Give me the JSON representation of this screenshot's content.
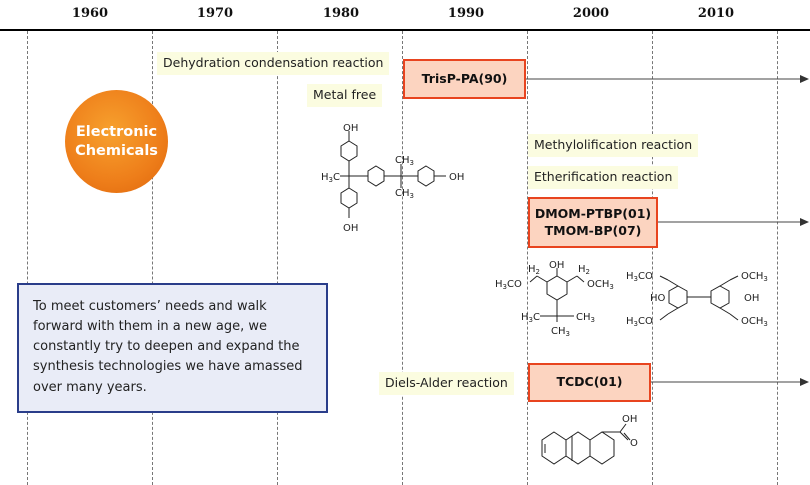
{
  "years": [
    "1960",
    "1970",
    "1980",
    "1990",
    "2000",
    "2010"
  ],
  "badge": {
    "line1": "Electronic",
    "line2": "Chemicals"
  },
  "message": "To meet customers’ needs and walk forward with them in a new age, we constantly try to deepen and expand the synthesis technologies we have amassed over many years.",
  "reactions": {
    "dehydration": "Dehydration condensation reaction",
    "metal_free": "Metal free",
    "methylolification": "Methylolification reaction",
    "etherification": "Etherification reaction",
    "diels_alder": "Diels-Alder reaction"
  },
  "products": {
    "trisp": "TrisP-PA(90)",
    "dmom": "DMOM-PTBP(01)",
    "tmom": "TMOM-BP(07)",
    "tcdc": "TCDC(01)"
  },
  "chem": {
    "oh": "OH",
    "h3c": "H",
    "h3c_sub": "3",
    "h3c_c": "C",
    "h2": "H",
    "h2_sub": "2",
    "h3co": "H",
    "h3co_sub": "3",
    "h3co_rest": "CO",
    "och3": "OCH",
    "och3_sub": "3",
    "ho": "HO",
    "o": "O"
  },
  "colors": {
    "accent": "#e8441f",
    "box_fill": "#fcd4c0",
    "label_bg": "#fbfce0",
    "message_border": "#2a3d8a"
  }
}
